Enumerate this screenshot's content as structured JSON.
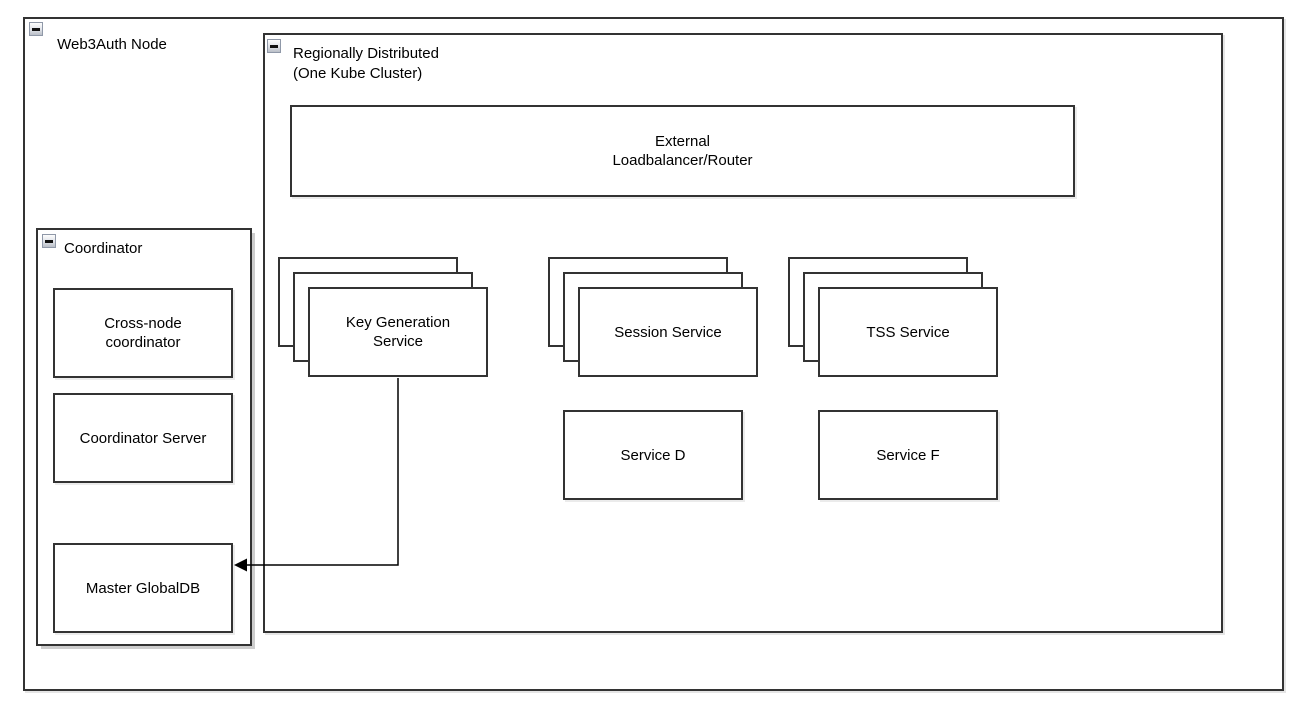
{
  "diagram": {
    "groups": {
      "web3auth": {
        "label": "Web3Auth Node"
      },
      "regional": {
        "label": "Regionally Distributed (One Kube Cluster)"
      },
      "coordinator": {
        "label": "Coordinator"
      }
    },
    "nodes": {
      "loadbalancer": {
        "label": "External Loadbalancer/Router"
      },
      "key_generation": {
        "label": "Key Generation Service",
        "replicas": 3
      },
      "session_service": {
        "label": "Session Service",
        "replicas": 3
      },
      "tss_service": {
        "label": "TSS Service",
        "replicas": 3
      },
      "service_d": {
        "label": "Service D"
      },
      "service_f": {
        "label": "Service F"
      },
      "cross_node": {
        "label": "Cross-node coordinator"
      },
      "coordinator_server": {
        "label": "Coordinator Server"
      },
      "master_globaldb": {
        "label": "Master GlobalDB"
      }
    },
    "edges": [
      {
        "from": "Key Generation Service",
        "to": "Master GlobalDB",
        "style": "orthogonal-arrow"
      }
    ],
    "icons": {
      "collapse": "minus-icon"
    },
    "colors": {
      "stroke": "#333333",
      "fill": "#ffffff",
      "text": "#000000",
      "shadow": "#cdcdcd"
    }
  }
}
